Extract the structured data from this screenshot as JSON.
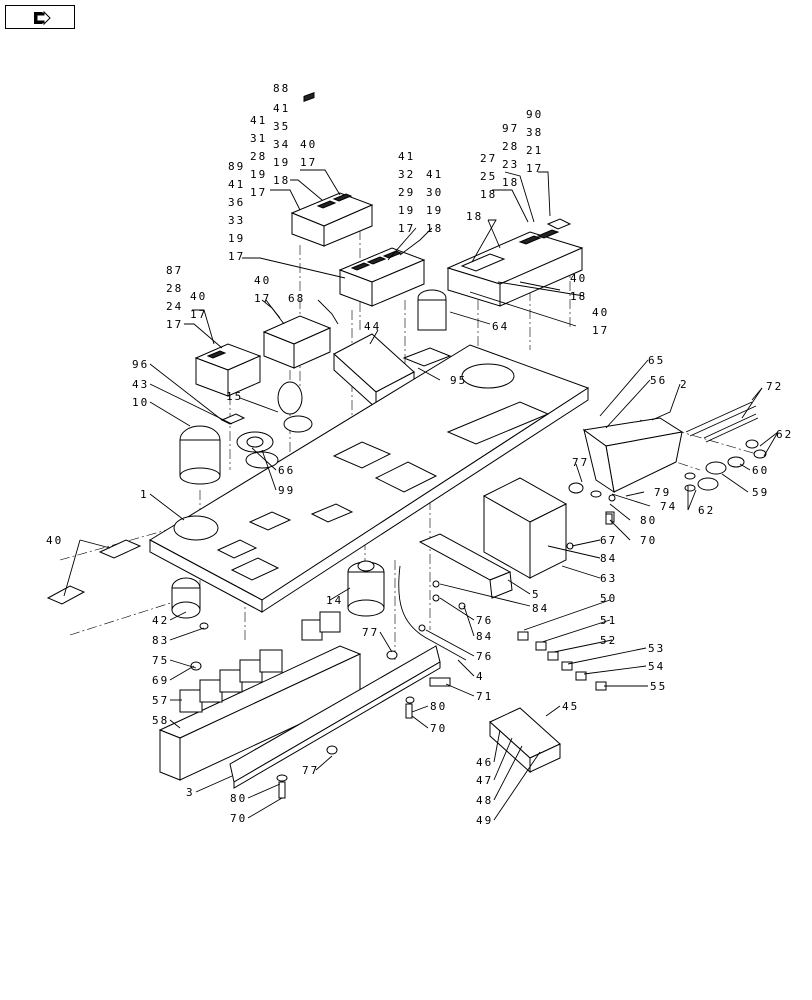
{
  "nav": {
    "icon": "arrow-right-icon"
  },
  "labels": {
    "c1": [
      "88",
      "41",
      "35",
      "34",
      "19",
      "18"
    ],
    "c2": [
      "41",
      "31",
      "28",
      "19",
      "17"
    ],
    "c3": [
      "40",
      "17"
    ],
    "c4": [
      "89",
      "41",
      "36",
      "33",
      "19",
      "17"
    ],
    "c5": [
      "41",
      "32",
      "29",
      "19",
      "17"
    ],
    "c6": [
      "41",
      "30",
      "19",
      "18"
    ],
    "c7": [
      "90",
      "38",
      "21",
      "17"
    ],
    "c8": [
      "97",
      "28",
      "23",
      "18"
    ],
    "c9": [
      "27",
      "25",
      "18"
    ],
    "c10": [
      "87",
      "28",
      "24",
      "17"
    ],
    "c11": [
      "40",
      "17"
    ],
    "c12": [
      "40",
      "17"
    ],
    "n18a": "18",
    "n40a": "40",
    "n18b": "18",
    "n40b": "40",
    "n17b": "17",
    "n68": "68",
    "n44": "44",
    "n64": "64",
    "n96": "96",
    "n43": "43",
    "n10": "10",
    "n15": "15",
    "n95": "95",
    "n65": "65",
    "n56": "56",
    "n2": "2",
    "n72": "72",
    "n62a": "62",
    "n66": "66",
    "n99": "99",
    "n1": "1",
    "n77a": "77",
    "n79": "79",
    "n60": "60",
    "n59": "59",
    "n74": "74",
    "n62b": "62",
    "n80a": "80",
    "n70a": "70",
    "n67": "67",
    "n84a": "84",
    "n63": "63",
    "n40c": "40",
    "n14": "14",
    "n5": "5",
    "n84b": "84",
    "n42": "42",
    "n50": "50",
    "n76a": "76",
    "n51": "51",
    "n83": "83",
    "n84c": "84",
    "n52": "52",
    "n75": "75",
    "n77b": "77",
    "n76b": "76",
    "n53": "53",
    "n54": "54",
    "n4": "4",
    "n69": "69",
    "n55": "55",
    "n71": "71",
    "n57": "57",
    "n45": "45",
    "n80b": "80",
    "n70b": "70",
    "n58": "58",
    "n46": "46",
    "n47": "47",
    "n77c": "77",
    "n48": "48",
    "n3": "3",
    "n49": "49",
    "n80c": "80",
    "n70c": "70"
  }
}
